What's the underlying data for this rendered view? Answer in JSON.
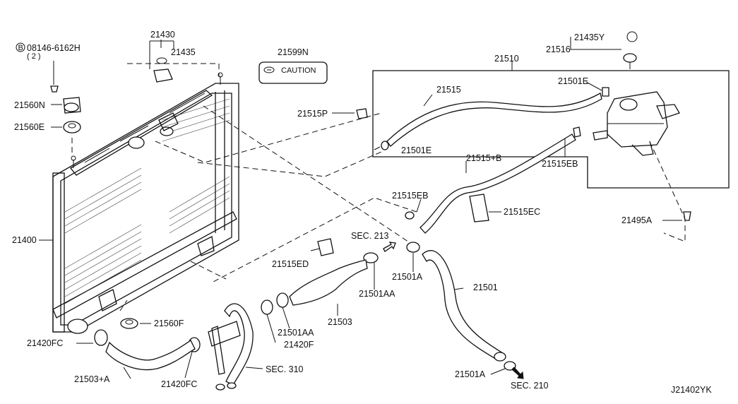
{
  "diagram_code": "J21402YK",
  "bolt_note": {
    "circle_letter": "B",
    "part": "08146-6162H",
    "qty": "( 2 )"
  },
  "caution_label": "CAUTION",
  "parts": {
    "p21430": "21430",
    "p21435": "21435",
    "p21599N": "21599N",
    "p21510": "21510",
    "p21516": "21516",
    "p21435Y": "21435Y",
    "p21501E_top": "21501E",
    "p21515": "21515",
    "p21515P": "21515P",
    "p21501E": "21501E",
    "p21515B": "21515+B",
    "p21515EB_right": "21515EB",
    "p21515EB_mid": "21515EB",
    "p21515EC": "21515EC",
    "p21495A": "21495A",
    "p21560N": "21560N",
    "p21560E": "21560E",
    "p21400": "21400",
    "p21515ED": "21515ED",
    "p21501AA_mid": "21501AA",
    "p21501A_mid": "21501A",
    "p21501": "21501",
    "p21503": "21503",
    "p21501AA_low": "21501AA",
    "p21420F": "21420F",
    "p21560F": "21560F",
    "p21420FC_left": "21420FC",
    "p21503A": "21503+A",
    "p21420FC_low": "21420FC",
    "p21501A_low": "21501A"
  },
  "sections": {
    "sec213": "SEC. 213",
    "sec310": "SEC. 310",
    "sec210": "SEC. 210"
  }
}
